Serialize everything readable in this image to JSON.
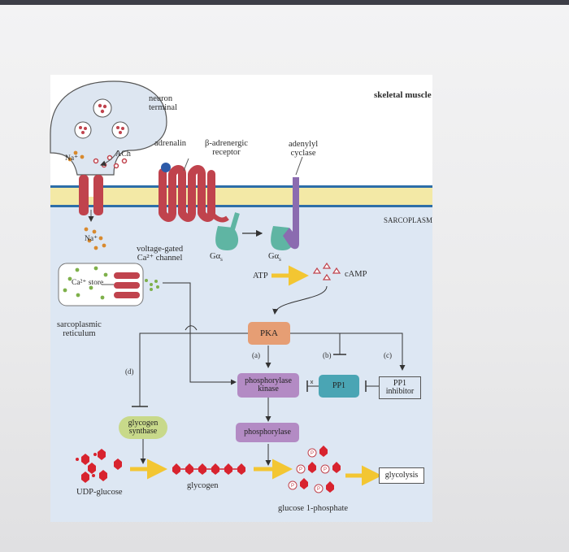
{
  "labels": {
    "skeletal_muscle": "skeletal muscle",
    "neuron_terminal": "neuron\nterminal",
    "adrenalin": "adrenalin",
    "beta_receptor": "β-adrenergic\nreceptor",
    "adenylyl_cyclase": "adenylyl\ncyclase",
    "na_top": "Na⁺",
    "ach": "ACh",
    "na_bottom": "Na⁺",
    "sarcoplasm": "SARCOPLASM",
    "voltage_gated": "voltage-gated\nCa²⁺ channel",
    "g_alpha_s_1": "Gα",
    "g_alpha_s_2": "Gα",
    "subscript_s": "s",
    "ca_store": "Ca²⁺ store",
    "atp": "ATP",
    "camp": "cAMP",
    "sarcoplasmic_reticulum": "sarcoplasmic\nreticulum",
    "pka": "PKA",
    "a": "(a)",
    "b": "(b)",
    "c": "(c)",
    "d": "(d)",
    "phosphorylase_kinase": "phosphorylase\nkinase",
    "pp1": "PP1",
    "pp1_inhibitor": "PP1\ninhibitor",
    "glycogen_synthase": "glycogen\nsynthase",
    "phosphorylase": "phosphorylase",
    "glycolysis": "glycolysis",
    "glycogen": "glycogen",
    "udp_glucose": "UDP-glucose",
    "glucose_1_phosphate": "glucose 1-phosphate",
    "p": "P"
  },
  "colors": {
    "membrane_yellow": "#f3e9a6",
    "membrane_blue": "#2d6ea8",
    "cytoplasm": "#dde7f3",
    "receptor_red": "#c0434d",
    "g_protein_teal": "#5fb5a3",
    "cyclase_purple": "#8b6bb0",
    "pka_orange": "#e69e74",
    "kinase_purple": "#b38bc4",
    "pp1_teal": "#4aa5b4",
    "synthase_green": "#c8d98a",
    "glucose_red": "#d8232e",
    "arrow_yellow": "#f3c632"
  }
}
